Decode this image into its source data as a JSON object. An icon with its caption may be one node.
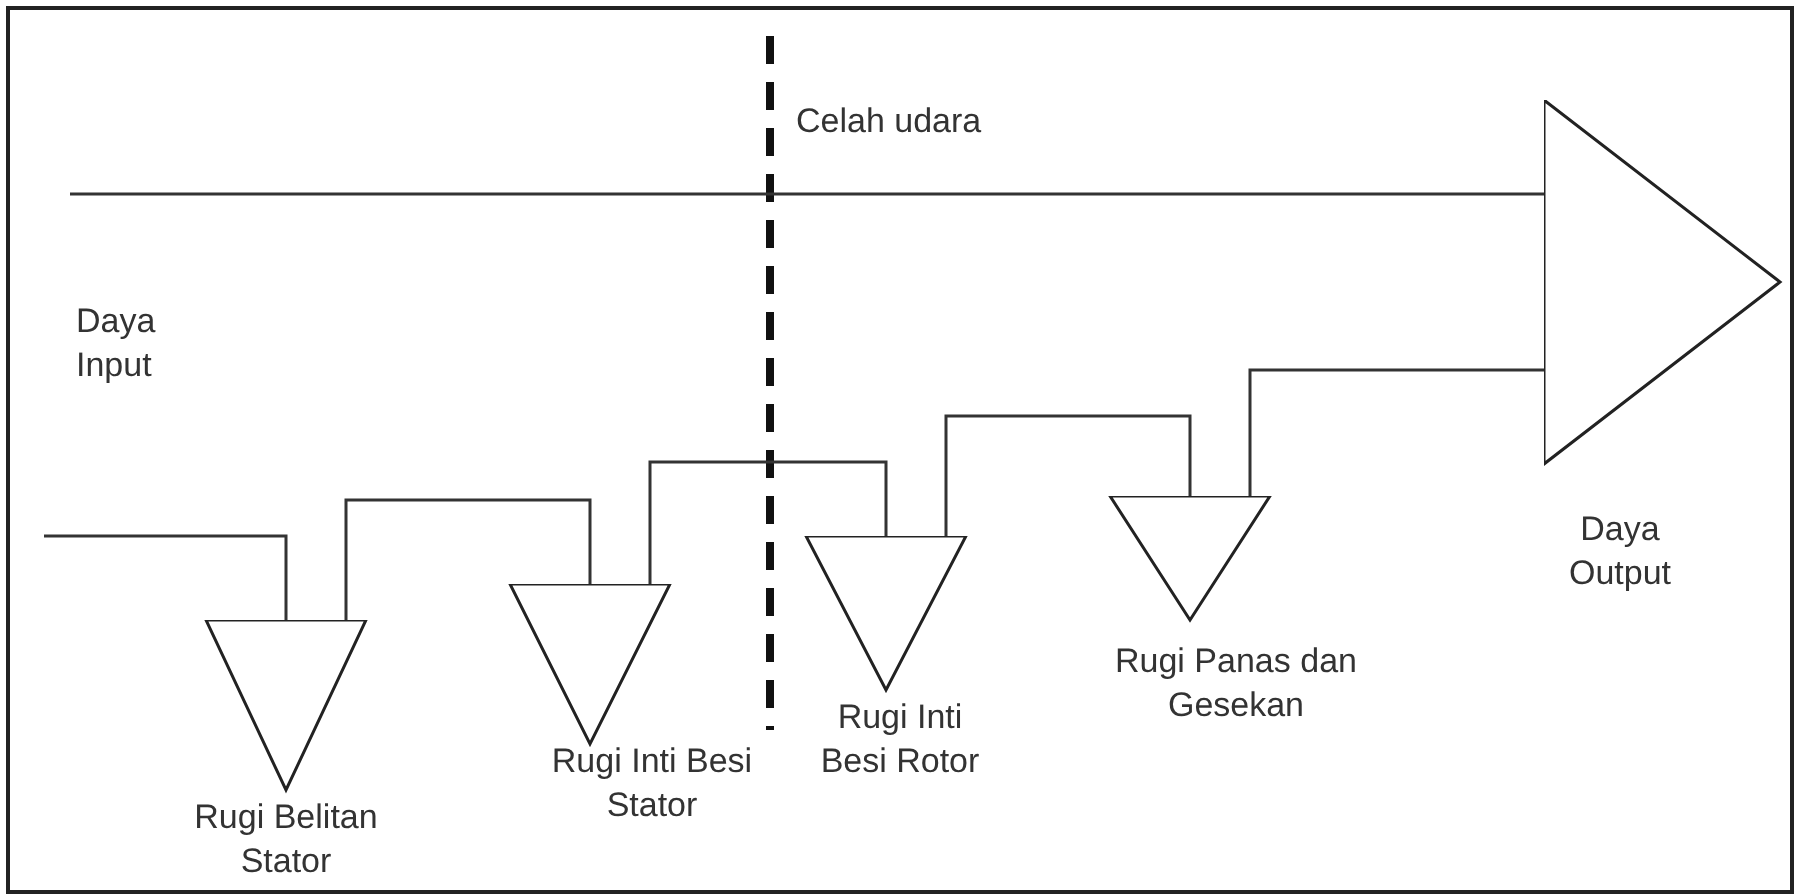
{
  "diagram": {
    "nodes": [
      {
        "text": [
          "Rugi Belitan Stator"
        ]
      },
      {
        "text": [
          "Rugi Inti Besi Stator"
        ]
      },
      {
        "text": [
          "Rugi Inti Besi Rotor"
        ]
      },
      {
        "text": [
          "Rugi Panas dan Gesekan"
        ]
      },
      {
        "text": [
          "Daya Output"
        ]
      }
    ],
    "edges": [
      {
        "from": null,
        "to": 4,
        "arrow": "none"
      },
      {
        "from": null,
        "to": 0,
        "arrow": "none"
      },
      {
        "from": 0,
        "to": 1,
        "arrow": "none"
      },
      {
        "from": 1,
        "to": 2,
        "arrow": "none"
      },
      {
        "from": 2,
        "to": 3,
        "arrow": "none"
      },
      {
        "from": 3,
        "to": 4,
        "arrow": "none"
      }
    ],
    "labels": [
      "Celah udara",
      "Daya Input"
    ]
  }
}
